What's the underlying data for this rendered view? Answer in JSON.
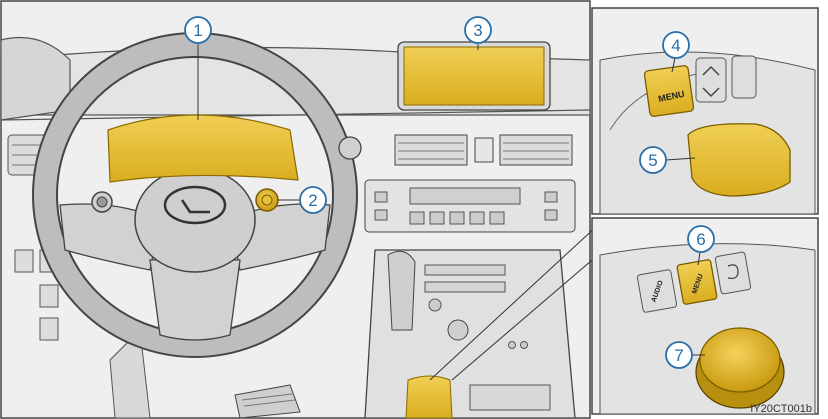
{
  "callouts": [
    {
      "number": "1",
      "part": "instrument-cluster"
    },
    {
      "number": "2",
      "part": "steering-switch"
    },
    {
      "number": "3",
      "part": "center-display"
    },
    {
      "number": "4",
      "part": "menu-button-remote-touch"
    },
    {
      "number": "5",
      "part": "remote-touch-knob"
    },
    {
      "number": "6",
      "part": "menu-button-controller"
    },
    {
      "number": "7",
      "part": "controller-dial"
    }
  ],
  "labels": {
    "menu_remote_touch": "MENU",
    "menu_controller": "MENU",
    "audio": "AUDIO"
  },
  "image_code": "IY20CT001b",
  "colors": {
    "highlight": "#e8c13a",
    "callout": "#2a6fa8",
    "line": "#3a3a3a",
    "panel_bg": "#efefef"
  },
  "icons": [
    "lexus-logo-icon",
    "up-arrow-icon",
    "down-arrow-icon",
    "return-arrow-icon"
  ]
}
